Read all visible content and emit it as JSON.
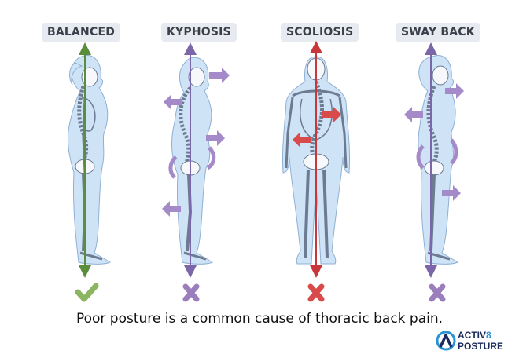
{
  "postures": [
    {
      "label": "BALANCED",
      "status": "check-icon",
      "status_color": "#8cb561"
    },
    {
      "label": "KYPHOSIS",
      "status": "cross-icon",
      "status_color": "#9b7fbd"
    },
    {
      "label": "SCOLIOSIS",
      "status": "cross-icon",
      "status_color": "#d94b4b"
    },
    {
      "label": "SWAY BACK",
      "status": "cross-icon",
      "status_color": "#9b7fbd"
    }
  ],
  "caption": "Poor posture is a common cause of thoracic back pain.",
  "logo": {
    "word1": "ACTIV",
    "num": "8",
    "word2": "POSTURE"
  },
  "colors": {
    "body": "#cfe3f6",
    "bone": "#f6f8fc",
    "outline": "#6c7a92",
    "line_green": "#5a8d3c",
    "line_purple": "#7a66a8",
    "line_red": "#c8383a",
    "arrow_purple": "#a48ac9",
    "arrow_red": "#d94b4b",
    "logo_dark": "#1b2a5c",
    "logo_blue": "#2b93d4"
  }
}
